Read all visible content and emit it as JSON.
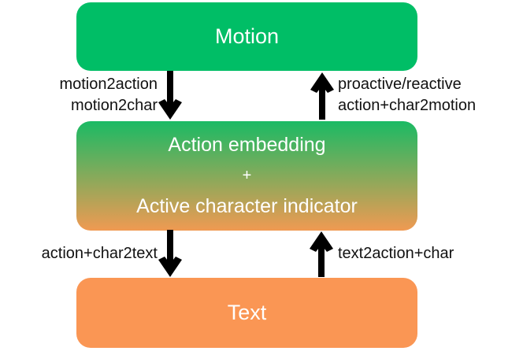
{
  "colors": {
    "background": "#ffffff",
    "green": "#00BE66",
    "orange": "#FA9654",
    "gradient_top": "#1ABA64",
    "gradient_bottom": "#F09A52",
    "arrow": "#000000",
    "text_on_box": "#ffffff",
    "label_text": "#111111"
  },
  "boxes": {
    "motion": {
      "label": "Motion"
    },
    "middle": {
      "line1": "Action embedding",
      "line2": "+",
      "line3": "Active character indicator"
    },
    "text": {
      "label": "Text"
    }
  },
  "edge_labels": {
    "motion_to_middle_line1": "motion2action",
    "motion_to_middle_line2": "motion2char",
    "middle_to_motion_line1": "proactive/reactive",
    "middle_to_motion_line2": "action+char2motion",
    "middle_to_text": "action+char2text",
    "text_to_middle": "text2action+char"
  }
}
